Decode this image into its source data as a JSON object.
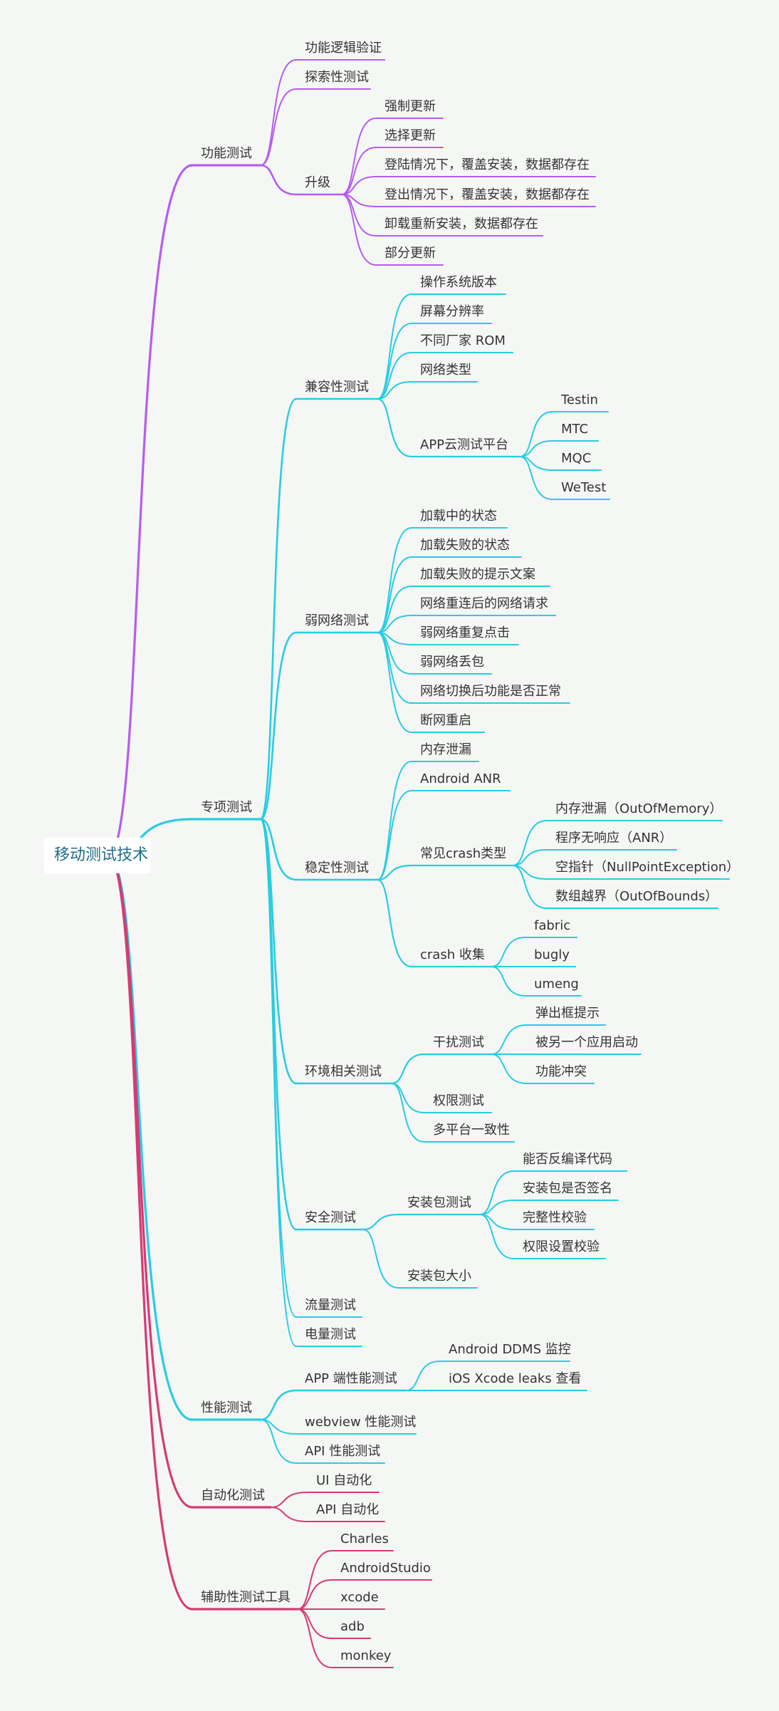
{
  "colors": {
    "purple": "#b65cf0",
    "cyan": "#27cde1",
    "crimson": "#d63a74"
  },
  "root": {
    "label": "移动测试技术"
  },
  "nodes": {
    "n1": "功能测试",
    "n1_1": "功能逻辑验证",
    "n1_2": "探索性测试",
    "n1_3": "升级",
    "n1_3_1": "强制更新",
    "n1_3_2": "选择更新",
    "n1_3_3": "登陆情况下，覆盖安装，数据都存在",
    "n1_3_4": "登出情况下，覆盖安装，数据都存在",
    "n1_3_5": "卸载重新安装，数据都存在",
    "n1_3_6": "部分更新",
    "n2": "专项测试",
    "n2_1": "兼容性测试",
    "n2_1_1": "操作系统版本",
    "n2_1_2": "屏幕分辨率",
    "n2_1_3": "不同厂家 ROM",
    "n2_1_4": "网络类型",
    "n2_1_5": "APP云测试平台",
    "n2_1_5_1": "Testin",
    "n2_1_5_2": "MTC",
    "n2_1_5_3": "MQC",
    "n2_1_5_4": "WeTest",
    "n2_2": "弱网络测试",
    "n2_2_1": "加载中的状态",
    "n2_2_2": "加载失败的状态",
    "n2_2_3": "加载失败的提示文案",
    "n2_2_4": "网络重连后的网络请求",
    "n2_2_5": "弱网络重复点击",
    "n2_2_6": "弱网络丢包",
    "n2_2_7": "网络切换后功能是否正常",
    "n2_2_8": "断网重启",
    "n2_3": "稳定性测试",
    "n2_3_1": "内存泄漏",
    "n2_3_2": "Android ANR",
    "n2_3_3": "常见crash类型",
    "n2_3_3_1": "内存泄漏（OutOfMemory）",
    "n2_3_3_2": "程序无响应（ANR）",
    "n2_3_3_3": "空指针（NullPointException）",
    "n2_3_3_4": "数组越界（OutOfBounds）",
    "n2_3_4": "crash 收集",
    "n2_3_4_1": "fabric",
    "n2_3_4_2": "bugly",
    "n2_3_4_3": "umeng",
    "n2_4": "环境相关测试",
    "n2_4_1": "干扰测试",
    "n2_4_1_1": "弹出框提示",
    "n2_4_1_2": "被另一个应用启动",
    "n2_4_1_3": "功能冲突",
    "n2_4_2": "权限测试",
    "n2_4_3": "多平台一致性",
    "n2_5": "安全测试",
    "n2_5_1": "安装包测试",
    "n2_5_1_1": "能否反编译代码",
    "n2_5_1_2": "安装包是否签名",
    "n2_5_1_3": "完整性校验",
    "n2_5_1_4": "权限设置校验",
    "n2_5_2": "安装包大小",
    "n2_6": "流量测试",
    "n2_7": "电量测试",
    "n3": "性能测试",
    "n3_1": "APP 端性能测试",
    "n3_1_1": "Android DDMS 监控",
    "n3_1_2": "iOS Xcode leaks 查看",
    "n3_2": "webview 性能测试",
    "n3_3": "API 性能测试",
    "n4": "自动化测试",
    "n4_1": "UI 自动化",
    "n4_2": "API 自动化",
    "n5": "辅助性测试工具",
    "n5_1": "Charles",
    "n5_2": "AndroidStudio",
    "n5_3": "xcode",
    "n5_4": "adb",
    "n5_5": "monkey"
  }
}
